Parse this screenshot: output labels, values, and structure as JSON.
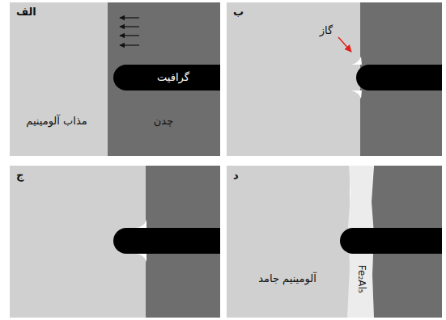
{
  "diagram": {
    "nodes": [
      {
        "text": [
          "الف"
        ]
      },
      {
        "text": [
          "ب"
        ]
      },
      {
        "text": [
          "ج"
        ]
      },
      {
        "text": [
          "د"
        ]
      }
    ],
    "labels": [
      "گرافیت",
      "مذاب آلومینیم",
      "چدن",
      "گاز",
      "آلومینیم جامد",
      "Fe₂Al₅"
    ]
  }
}
